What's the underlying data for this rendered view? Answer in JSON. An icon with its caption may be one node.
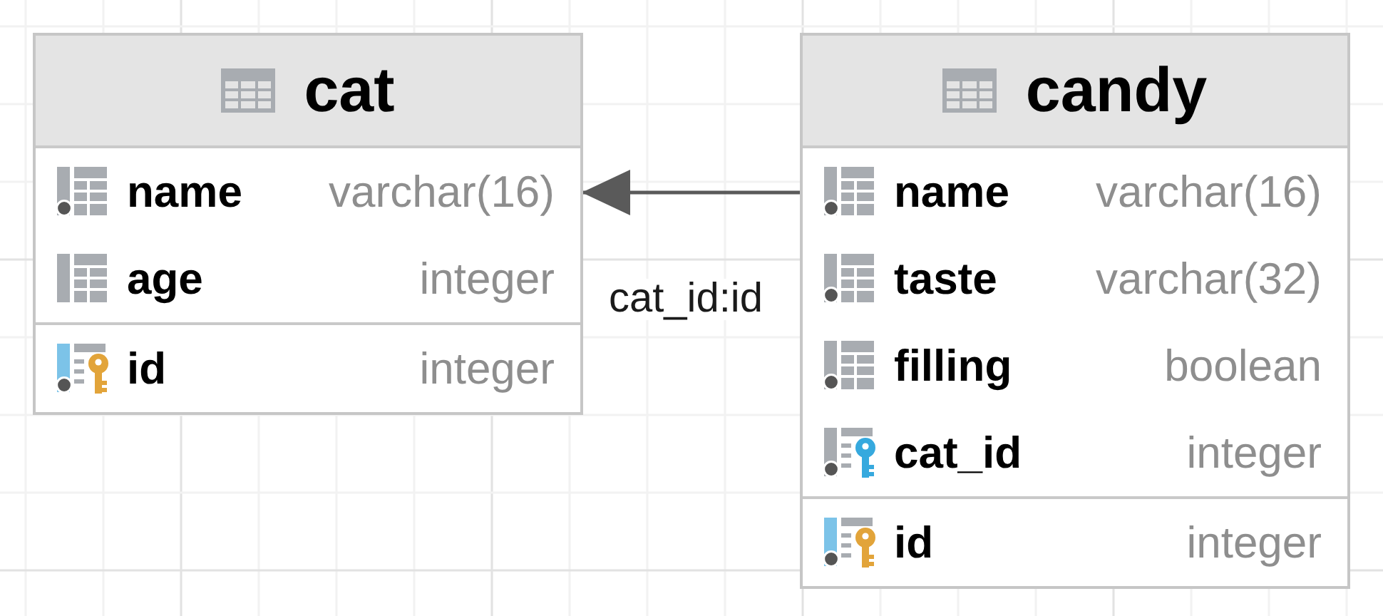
{
  "diagram": {
    "nodes": [
      {
        "text": [
          "cat",
          "name",
          "varchar(16)",
          "age",
          "integer",
          "id",
          "integer"
        ]
      },
      {
        "text": [
          "candy",
          "name",
          "varchar(16)",
          "taste",
          "varchar(32)",
          "filling",
          "boolean",
          "cat_id",
          "integer",
          "id",
          "integer"
        ]
      }
    ],
    "edges": [
      {
        "from": 1,
        "to": 0,
        "arrow": "to",
        "label": "cat_id:id"
      }
    ]
  }
}
